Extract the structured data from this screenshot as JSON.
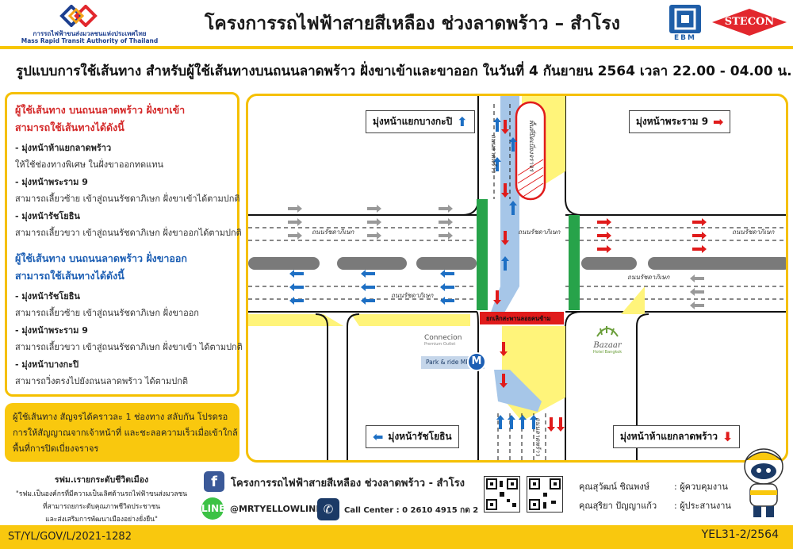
{
  "header": {
    "logo_th": "การรถไฟฟ้าขนส่งมวลชนแห่งประเทศไทย",
    "logo_en": "Mass Rapid Transit Authority of Thailand",
    "title": "โครงการรถไฟฟ้าสายสีเหลือง ช่วงลาดพร้าว – สำโรง",
    "ebm": "EBM",
    "stecon": "STECON"
  },
  "subtitle": "รูปแบบการใช้เส้นทาง สำหรับผู้ใช้เส้นทางบนถนนลาดพร้าว ฝั่งขาเข้าและขาออก ในวันที่ 4 กันยายน 2564 เวลา 22.00 - 04.00 น.",
  "inbound": {
    "heading_1": "ผู้ใช้เส้นทาง บนถนนลาดพร้าว ฝั่งขาเข้า",
    "heading_2": "สามารถใช้เส้นทางได้ดังนี้",
    "items": [
      {
        "title": "- มุ่งหน้าห้าแยกลาดพร้าว",
        "desc": "ให้ใช้ช่องทางพิเศษ ในฝั่งขาออกทดแทน"
      },
      {
        "title": "- มุ่งหน้าพระราม 9",
        "desc": "สามารถเลี้ยวซ้าย เข้าสู่ถนนรัชดาภิเษก ฝั่งขาเข้าได้ตามปกติ"
      },
      {
        "title": "- มุ่งหน้ารัชโยธิน",
        "desc": "สามารถเลี้ยวขวา เข้าสู่ถนนรัชดาภิเษก ฝั่งขาออกได้ตามปกติ"
      }
    ]
  },
  "outbound": {
    "heading_1": "ผู้ใช้เส้นทาง บนถนนลาดพร้าว ฝั่งขาออก",
    "heading_2": "สามารถใช้เส้นทางได้ดังนี้",
    "items": [
      {
        "title": "- มุ่งหน้ารัชโยธิน",
        "desc": "สามารถเลี้ยวซ้าย เข้าสู่ถนนรัชดาภิเษก ฝั่งขาออก"
      },
      {
        "title": "- มุ่งหน้าพระราม 9",
        "desc": "สามารถเลี้ยวขวา เข้าสู่ถนนรัชดาภิเษก ฝั่งขาเข้า ได้ตามปกติ"
      },
      {
        "title": "- มุ่งหน้าบางกะปิ",
        "desc": "สามารถวิ่งตรงไปยังถนนลาดพร้าว ได้ตามปกติ"
      }
    ]
  },
  "notice": {
    "line_1": "ผู้ใช้เส้นทาง สัญจรได้คราวละ 1 ช่องทาง สลับกัน โปรดรอ",
    "line_2": "การให้สัญญาณจากเจ้าหน้าที่ และชะลอความเร็วเมื่อเข้าใกล้",
    "line_3": "พื้นที่การปิดเบี่ยงจราจร"
  },
  "rfm": {
    "title": "รฟม.เรายกระดับชีวิตเมือง",
    "line_1": "\"รฟม.เป็นองค์กรที่มีความเป็นเลิศด้านรถไฟฟ้าขนส่งมวลชน",
    "line_2": "ที่สามารถยกระดับคุณภาพชีวิตประชาชน",
    "line_3": "และส่งเสริมการพัฒนาเมืองอย่างยั่งยืน\""
  },
  "map": {
    "dir_top_left": "มุ่งหน้าแยกบางกะปิ",
    "dir_top_right": "มุ่งหน้าพระราม 9",
    "dir_bottom_left": "มุ่งหน้ารัชโยธิน",
    "dir_bottom_right": "มุ่งหน้าห้าแยกลาดพร้าว",
    "road_ratchada": "ถนนรัชดาภิเษก",
    "road_ladprao": "ถนนลาดพร้าว",
    "closed_area": "พื้นที่ปิดเบี่ยงจราจร",
    "red_bar": "ยกเลิกสะพานลอยคนข้าม",
    "connecion_name": "Connecion",
    "connecion_sub": "Premium Outlet",
    "park_ride": "Park & ride MRT",
    "mrt_letter": "M",
    "bazaar_name": "Bazaar",
    "bazaar_sub": "Hotel Bangkok"
  },
  "footer": {
    "fb_letter": "f",
    "fb_text": "โครงการรถไฟฟ้าสายสีเหลือง ช่วงลาดพร้าว - สำโรง",
    "line_text": "@MRTYELLOWLINE",
    "line_icon": "LINE",
    "phone_text": "Call Center : 0 2610 4915 กด 2",
    "contacts": [
      {
        "name": "คุณสุวัฒน์ ชิณพงษ์",
        "role": ": ผู้ควบคุมงาน"
      },
      {
        "name": "คุณสุริยา ปัญญาแก้ว",
        "role": ": ผู้ประสานงาน"
      }
    ]
  },
  "doc_left": "ST/YL/GOV/L/2021-1282",
  "doc_right": "YEL31-2/2564",
  "colors": {
    "accent": "#f9c80e",
    "inbound_red": "#d42a2a",
    "outbound_blue": "#1d5fb4",
    "closure_yellow": "#fff47a",
    "median_grey": "#7a7a7a",
    "lane_blue": "#a6c6e8",
    "green_bar": "#27a34a"
  }
}
